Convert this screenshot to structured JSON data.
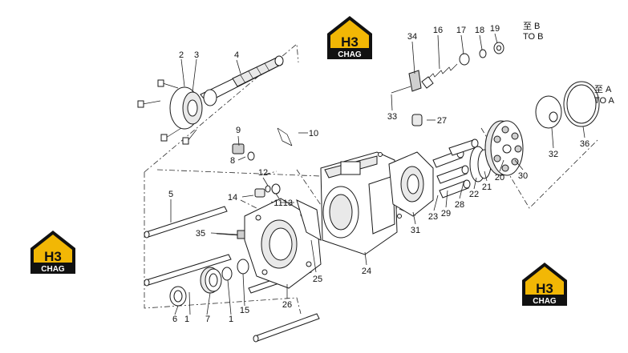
{
  "diagram": {
    "labels": [
      {
        "text": "1"
      },
      {
        "text": "1"
      },
      {
        "text": "2"
      },
      {
        "text": "3"
      },
      {
        "text": "4"
      },
      {
        "text": "5"
      },
      {
        "text": "6"
      },
      {
        "text": "7"
      },
      {
        "text": "8"
      },
      {
        "text": "9"
      },
      {
        "text": "10"
      },
      {
        "text": "11"
      },
      {
        "text": "12"
      },
      {
        "text": "13"
      },
      {
        "text": "14"
      },
      {
        "text": "15"
      },
      {
        "text": "16"
      },
      {
        "text": "17"
      },
      {
        "text": "18"
      },
      {
        "text": "19"
      },
      {
        "text": "20"
      },
      {
        "text": "21"
      },
      {
        "text": "22"
      },
      {
        "text": "23"
      },
      {
        "text": "24"
      },
      {
        "text": "25"
      },
      {
        "text": "26"
      },
      {
        "text": "27"
      },
      {
        "text": "28"
      },
      {
        "text": "29"
      },
      {
        "text": "30"
      },
      {
        "text": "31"
      },
      {
        "text": "32"
      },
      {
        "text": "33"
      },
      {
        "text": "34"
      },
      {
        "text": "35"
      },
      {
        "text": "36"
      }
    ],
    "notes": {
      "to_b_cn": "至 B",
      "to_b_en": "TO B",
      "to_a_cn": "至 A",
      "to_a_en": "TO A"
    }
  },
  "watermark": {
    "logo_letters": "H3",
    "logo_word": "CHAG",
    "colors": {
      "accent": "#f2b705",
      "dark": "#111111"
    }
  }
}
